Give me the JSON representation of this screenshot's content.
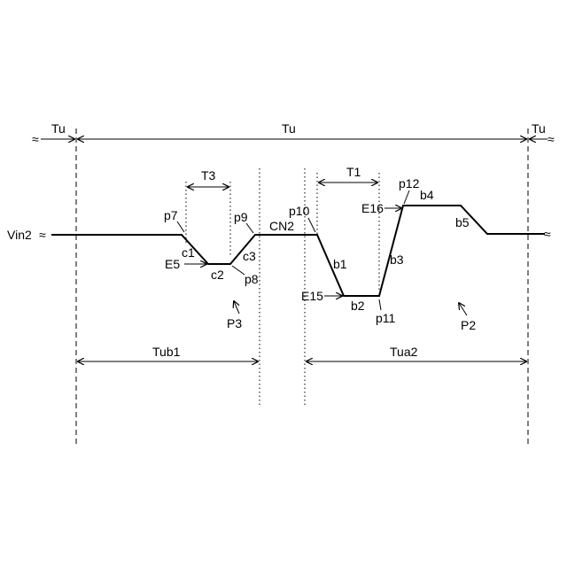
{
  "signal_name": "Vin2",
  "period_labels": {
    "left": "Tu",
    "center": "Tu",
    "right": "Tu"
  },
  "intervals": {
    "t3": "T3",
    "t1": "T1",
    "tub1": "Tub1",
    "tua2": "Tua2"
  },
  "points": {
    "p7": "p7",
    "p8": "p8",
    "p9": "p9",
    "p10": "p10",
    "p11": "p11",
    "p12": "p12"
  },
  "segments": {
    "c1": "c1",
    "c2": "c2",
    "c3": "c3",
    "b1": "b1",
    "b2": "b2",
    "b3": "b3",
    "b4": "b4",
    "b5": "b5"
  },
  "node_label": "CN2",
  "energy_labels": {
    "e5": "E5",
    "e15": "E15",
    "e16": "E16"
  },
  "pulse_labels": {
    "p3": "P3",
    "p2": "P2"
  },
  "break_glyph": "≈"
}
